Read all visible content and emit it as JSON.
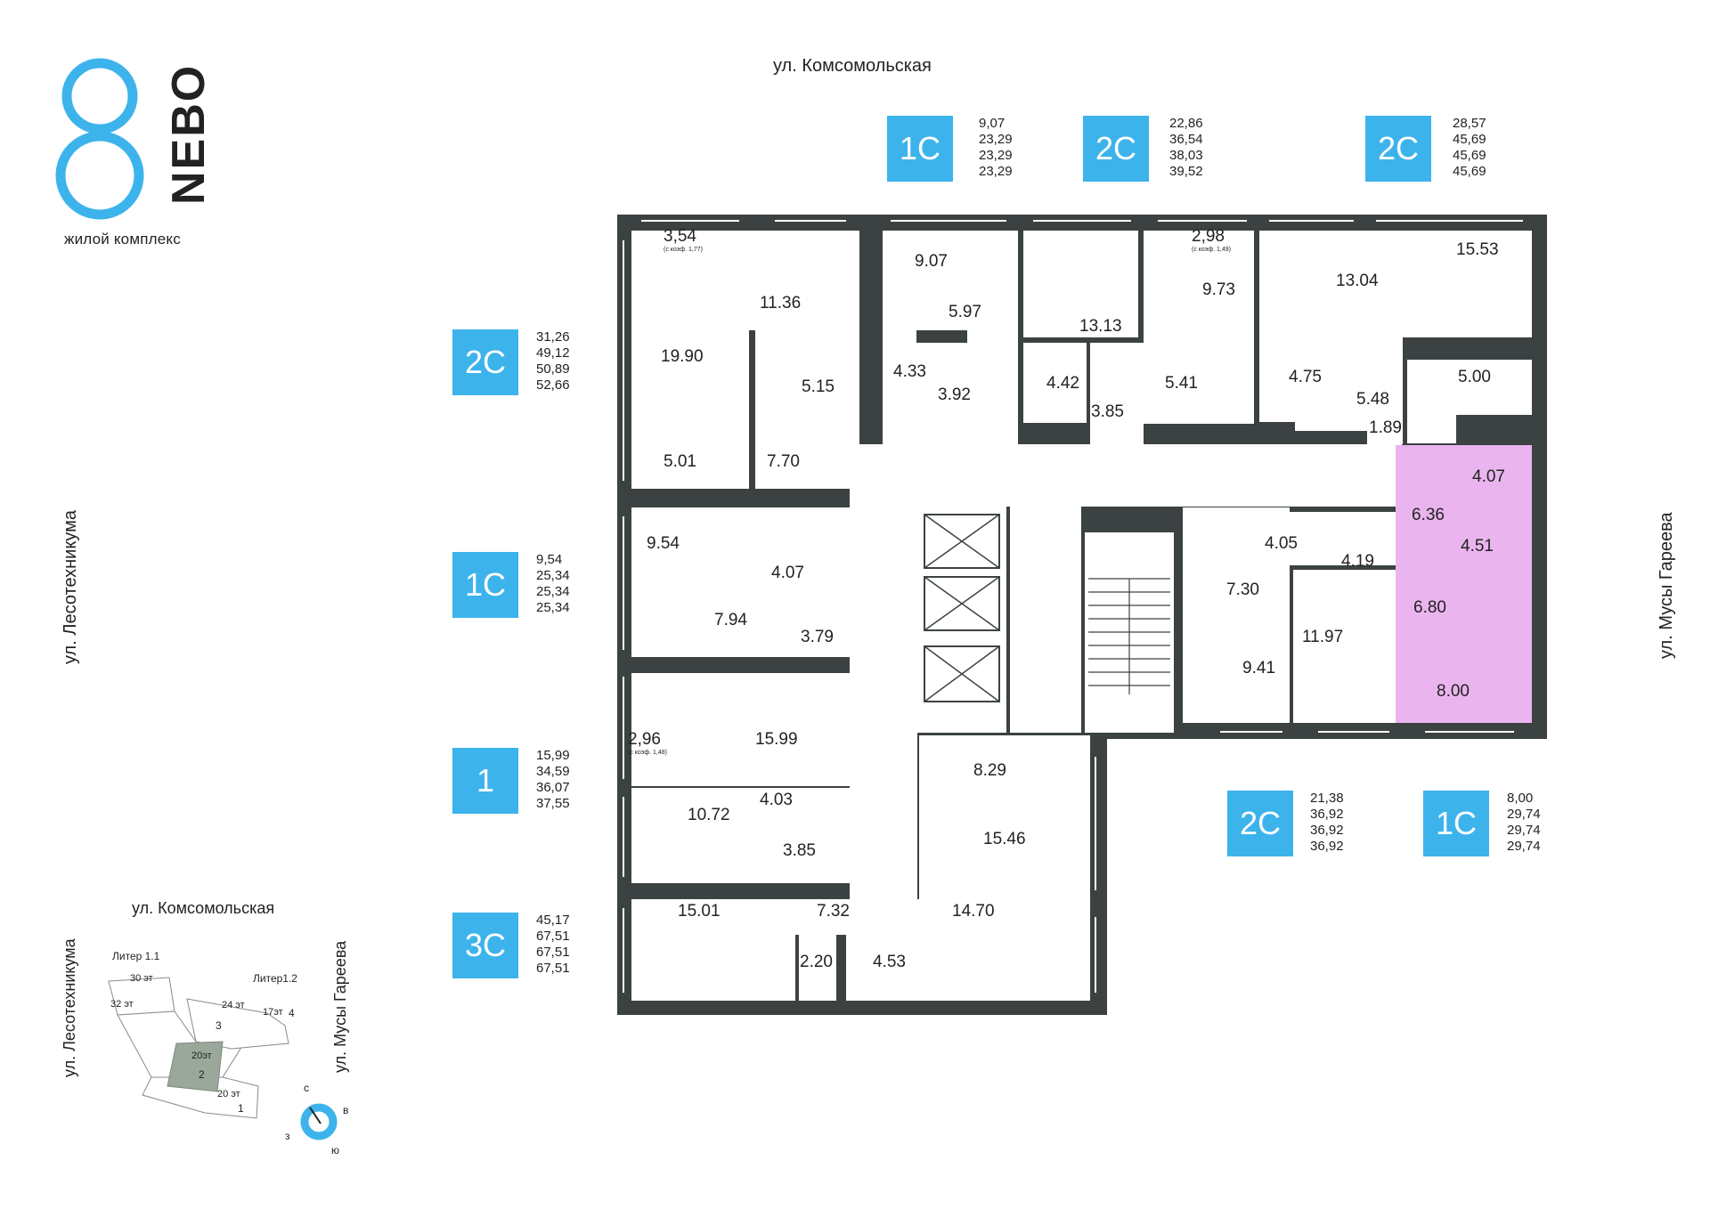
{
  "logo": {
    "numeral": "8",
    "name": "NEBO",
    "subtitle": "жилой комплекс",
    "brand_color": "#3db3ec"
  },
  "streets": {
    "top": "ул. Комсомольская",
    "left": "ул. Лесотехникума",
    "right": "ул. Мусы Гареева"
  },
  "colors": {
    "wall": "#3c4242",
    "highlight": "#eab5ee",
    "badge": "#3db3ec"
  },
  "apartments": [
    {
      "type": "1С",
      "areas": [
        "9,07",
        "23,29",
        "23,29",
        "23,29"
      ]
    },
    {
      "type": "2С",
      "areas": [
        "22,86",
        "36,54",
        "38,03",
        "39,52"
      ]
    },
    {
      "type": "2С",
      "areas": [
        "28,57",
        "45,69",
        "45,69",
        "45,69"
      ]
    },
    {
      "type": "2С",
      "areas": [
        "31,26",
        "49,12",
        "50,89",
        "52,66"
      ]
    },
    {
      "type": "1С",
      "areas": [
        "9,54",
        "25,34",
        "25,34",
        "25,34"
      ]
    },
    {
      "type": "1",
      "areas": [
        "15,99",
        "34,59",
        "36,07",
        "37,55"
      ]
    },
    {
      "type": "3С",
      "areas": [
        "45,17",
        "67,51",
        "67,51",
        "67,51"
      ]
    },
    {
      "type": "2С",
      "areas": [
        "21,38",
        "36,92",
        "36,92",
        "36,92"
      ]
    },
    {
      "type": "1С",
      "areas": [
        "8,00",
        "29,74",
        "29,74",
        "29,74"
      ]
    }
  ],
  "rooms": [
    "3,54",
    "(с коэф. 1,77)",
    "11.36",
    "9.07",
    "2,98",
    "(с коэф. 1,49)",
    "15.53",
    "13.13",
    "9.73",
    "13.04",
    "5.97",
    "19.90",
    "4.33",
    "5.15",
    "3.92",
    "4.42",
    "5.41",
    "4.75",
    "5.48",
    "5.00",
    "3.85",
    "1.89",
    "5.01",
    "7.70",
    "4.07",
    "6.36",
    "4.05",
    "4.51",
    "9.54",
    "4.07",
    "4.19",
    "7.30",
    "7.94",
    "3.79",
    "6.80",
    "9.41",
    "11.97",
    "8.00",
    "2,96",
    "(с коэф. 1,48)",
    "15.99",
    "8.29",
    "4.03",
    "10.72",
    "15.46",
    "3.85",
    "7.32",
    "15.01",
    "14.70",
    "2.20",
    "4.53"
  ],
  "minimap": {
    "street_top": "ул. Комсомольская",
    "street_left": "ул. Лесотехникума",
    "street_right": "ул. Мусы Гареева",
    "labels": [
      "Литер 1.1",
      "30 эт",
      "32 эт",
      "Литер1.2",
      "24 эт",
      "3",
      "17эт",
      "4",
      "20эт",
      "2",
      "20 эт",
      "1"
    ],
    "compass": [
      "с",
      "в",
      "ю",
      "з"
    ]
  }
}
